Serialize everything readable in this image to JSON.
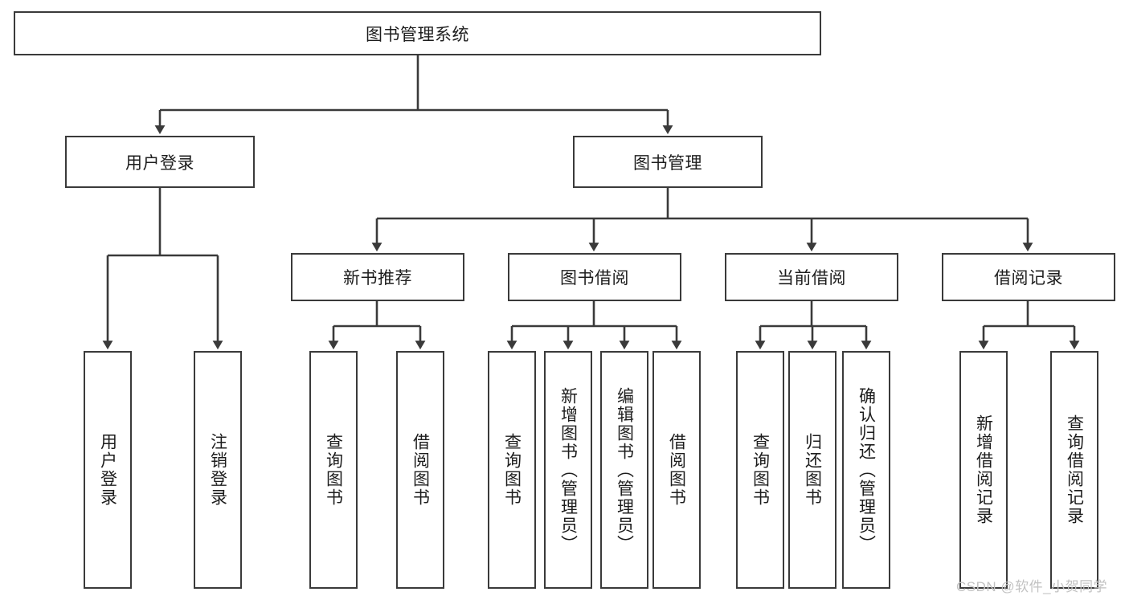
{
  "diagram": {
    "type": "tree",
    "title": "图书管理系统",
    "root": {
      "label": "图书管理系统"
    },
    "level2": [
      {
        "label": "用户登录"
      },
      {
        "label": "图书管理"
      }
    ],
    "level3": [
      {
        "label": "新书推荐"
      },
      {
        "label": "图书借阅"
      },
      {
        "label": "当前借阅"
      },
      {
        "label": "借阅记录"
      }
    ],
    "leaves": {
      "user_login": [
        {
          "label": "用户登录"
        },
        {
          "label": "注销登录"
        }
      ],
      "new_book_recommend": [
        {
          "label": "查询图书"
        },
        {
          "label": "借阅图书"
        }
      ],
      "book_borrow": [
        {
          "label": "查询图书"
        },
        {
          "label": "新增图书（管理员）"
        },
        {
          "label": "编辑图书（管理员）"
        },
        {
          "label": "借阅图书"
        }
      ],
      "current_borrow": [
        {
          "label": "查询图书"
        },
        {
          "label": "归还图书"
        },
        {
          "label": "确认归还（管理员）"
        }
      ],
      "borrow_record": [
        {
          "label": "新增借阅记录"
        },
        {
          "label": "查询借阅记录"
        }
      ]
    },
    "colors": {
      "border": "#3a3a3a",
      "text": "#1d1d1d",
      "background": "#ffffff",
      "connector": "#3a3a3a",
      "watermark": "#c2c2c2"
    }
  },
  "watermark": {
    "text": "CSDN @软件_小贺同学"
  }
}
